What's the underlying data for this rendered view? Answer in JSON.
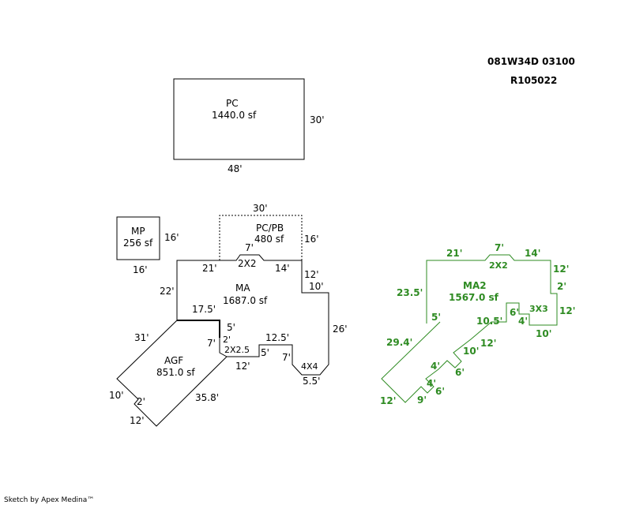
{
  "header": {
    "map_id": "081W34D 03100",
    "account": "R105022"
  },
  "pc": {
    "label": "PC",
    "area": "1440.0 sf",
    "dims": [
      "30'",
      "48'"
    ]
  },
  "mp": {
    "label": "MP",
    "area": "256 sf",
    "dims": [
      "16'",
      "16'"
    ]
  },
  "pcpb": {
    "label": "PC/PB",
    "area": "480 sf",
    "dims": [
      "30'",
      "16'",
      "7'",
      "2X2",
      "21'",
      "14'"
    ]
  },
  "ma": {
    "label": "MA",
    "area": "1687.0 sf",
    "dims": [
      "22'",
      "12'",
      "10'",
      "17.5'",
      "26'",
      "5'",
      "2'",
      "7'",
      "2X2.5",
      "5'",
      "12.5'",
      "7'",
      "4X4",
      "12'",
      "5.5'"
    ]
  },
  "agf": {
    "label": "AGF",
    "area": "851.0 sf",
    "dims": [
      "31'",
      "10'",
      "2'",
      "12'",
      "35.8'"
    ]
  },
  "ma2": {
    "label": "MA2",
    "area": "1567.0 sf",
    "dims": [
      "21'",
      "7'",
      "2X2",
      "14'",
      "12'",
      "2'",
      "12'",
      "23.5'",
      "5'",
      "6'",
      "3X3",
      "4'",
      "10'",
      "10.5'",
      "12'",
      "29.4'",
      "10'",
      "4'",
      "6'",
      "4'",
      "6'",
      "12'",
      "9'"
    ]
  },
  "footer": {
    "credit": "Sketch by Apex Medina™"
  }
}
